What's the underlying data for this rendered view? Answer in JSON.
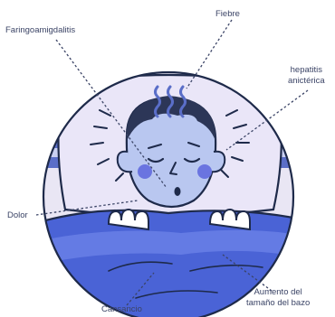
{
  "labels": {
    "faringo": "Faringoamigdalitis",
    "fiebre": "Fiebre",
    "hepatitis_line1": "hepatitis",
    "hepatitis_line2": "anictérica",
    "dolor": "Dolor",
    "aumento_line1": "Aumento del",
    "aumento_line2": "tamaño del bazo",
    "cansancio": "Cansancio"
  },
  "colors": {
    "outline": "#1e2a4a",
    "circle_bg": "#e9e6f4",
    "pillow": "#eae6f8",
    "stripe_dark": "#5a6ec8",
    "stripe_light": "#c9d0f2",
    "skin": "#b9c7f0",
    "hair": "#2c3657",
    "blanket": "#4a63d6",
    "blanket_fold": "#6f86ea",
    "cheeks": "#6a74e0",
    "fever_waves": "#5a6ec8",
    "label_text": "#3b4466"
  }
}
